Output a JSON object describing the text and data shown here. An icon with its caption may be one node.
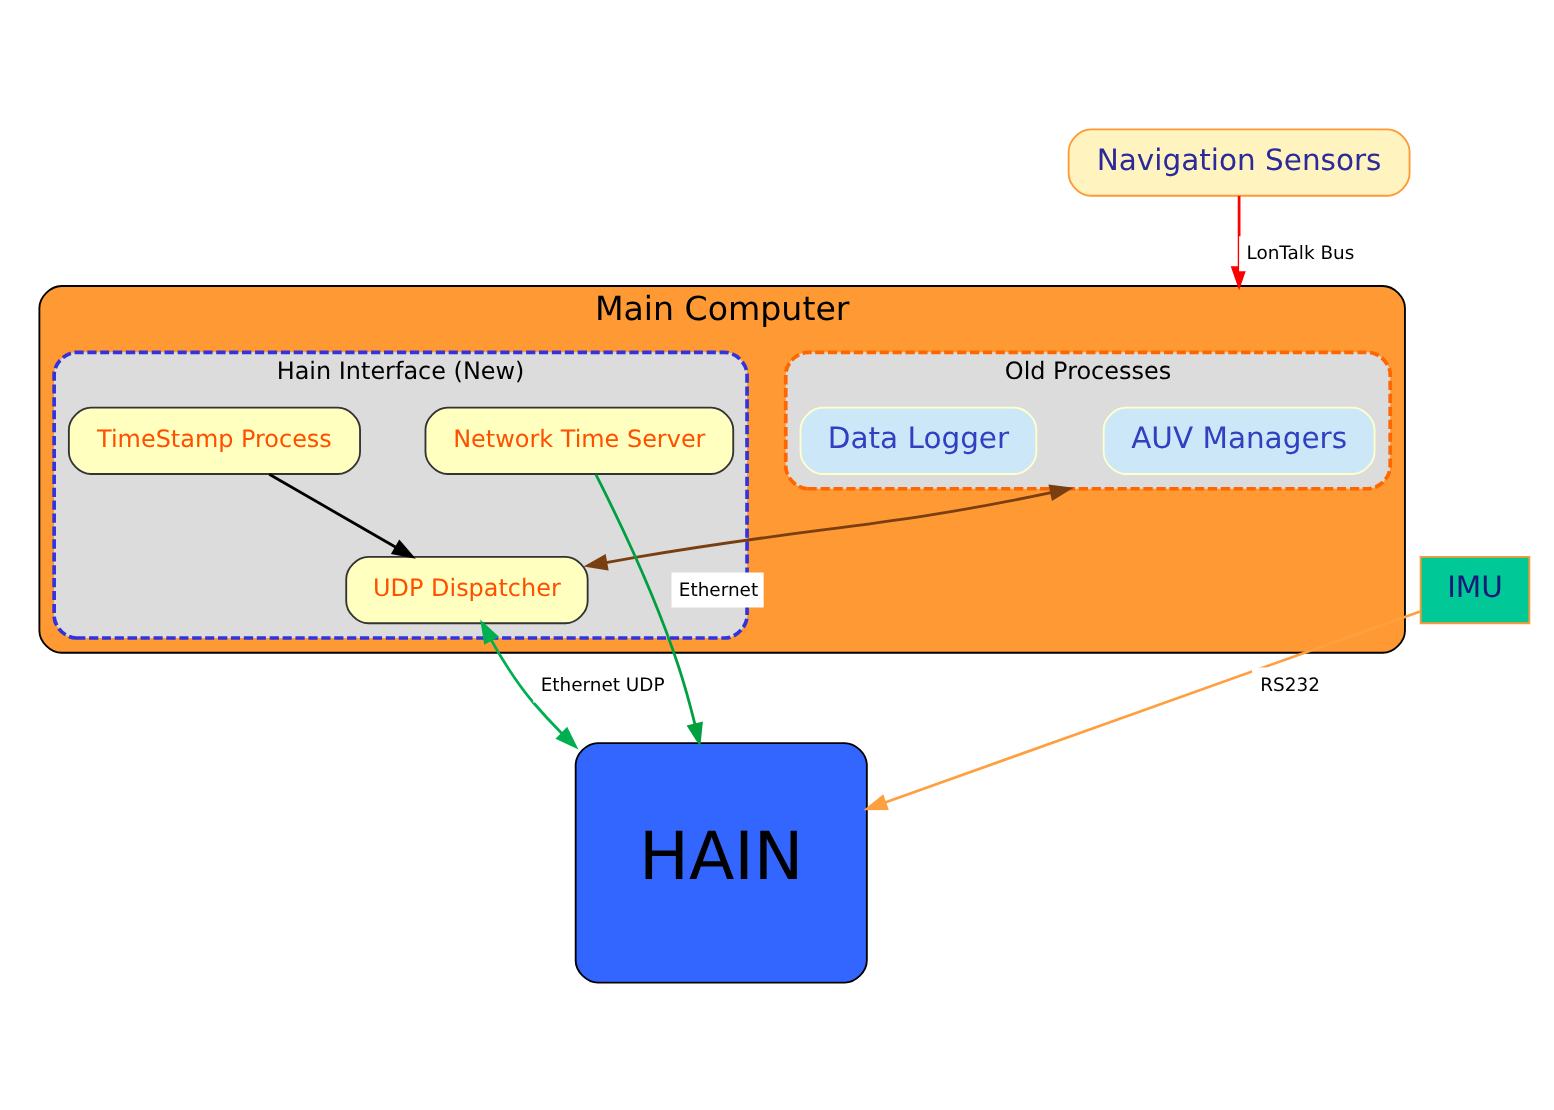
{
  "diagram": {
    "nodes": [
      {
        "text": [
          "Navigation Sensors"
        ]
      },
      {
        "text": [
          "Main Computer"
        ]
      },
      {
        "text": [
          "Old Processes"
        ],
        "in": 1
      },
      {
        "text": [
          "AUV Managers"
        ],
        "in": 2
      },
      {
        "text": [
          "Data Logger"
        ],
        "in": 2
      },
      {
        "text": [
          "Hain Interface (New)"
        ],
        "in": 1
      },
      {
        "text": [
          "TimeStamp Process"
        ],
        "in": 5
      },
      {
        "text": [
          "UDP Dispatcher"
        ],
        "in": 5
      },
      {
        "text": [
          "Network Time Server"
        ],
        "in": 5
      },
      {
        "text": [
          "IMU"
        ]
      },
      {
        "text": [
          "HAIN"
        ]
      }
    ],
    "edges": [
      {
        "from": 0,
        "to": 1,
        "arrow": "to",
        "label": "LonTalk Bus",
        "color": "#ff0000"
      },
      {
        "from": 9,
        "to": 10,
        "arrow": "to",
        "label": "RS232",
        "color": "#ffa040"
      },
      {
        "from": 7,
        "to": 10,
        "arrow": "both",
        "label": "Ethernet UDP",
        "color": "#00b050"
      },
      {
        "from": 8,
        "to": 10,
        "arrow": "to",
        "label": "Ethernet",
        "color": "#00a040"
      },
      {
        "from": 6,
        "to": 7,
        "arrow": "to",
        "color": "#000000"
      },
      {
        "from": 2,
        "to": 7,
        "arrow": "both",
        "color": "#7a3f10"
      }
    ]
  }
}
